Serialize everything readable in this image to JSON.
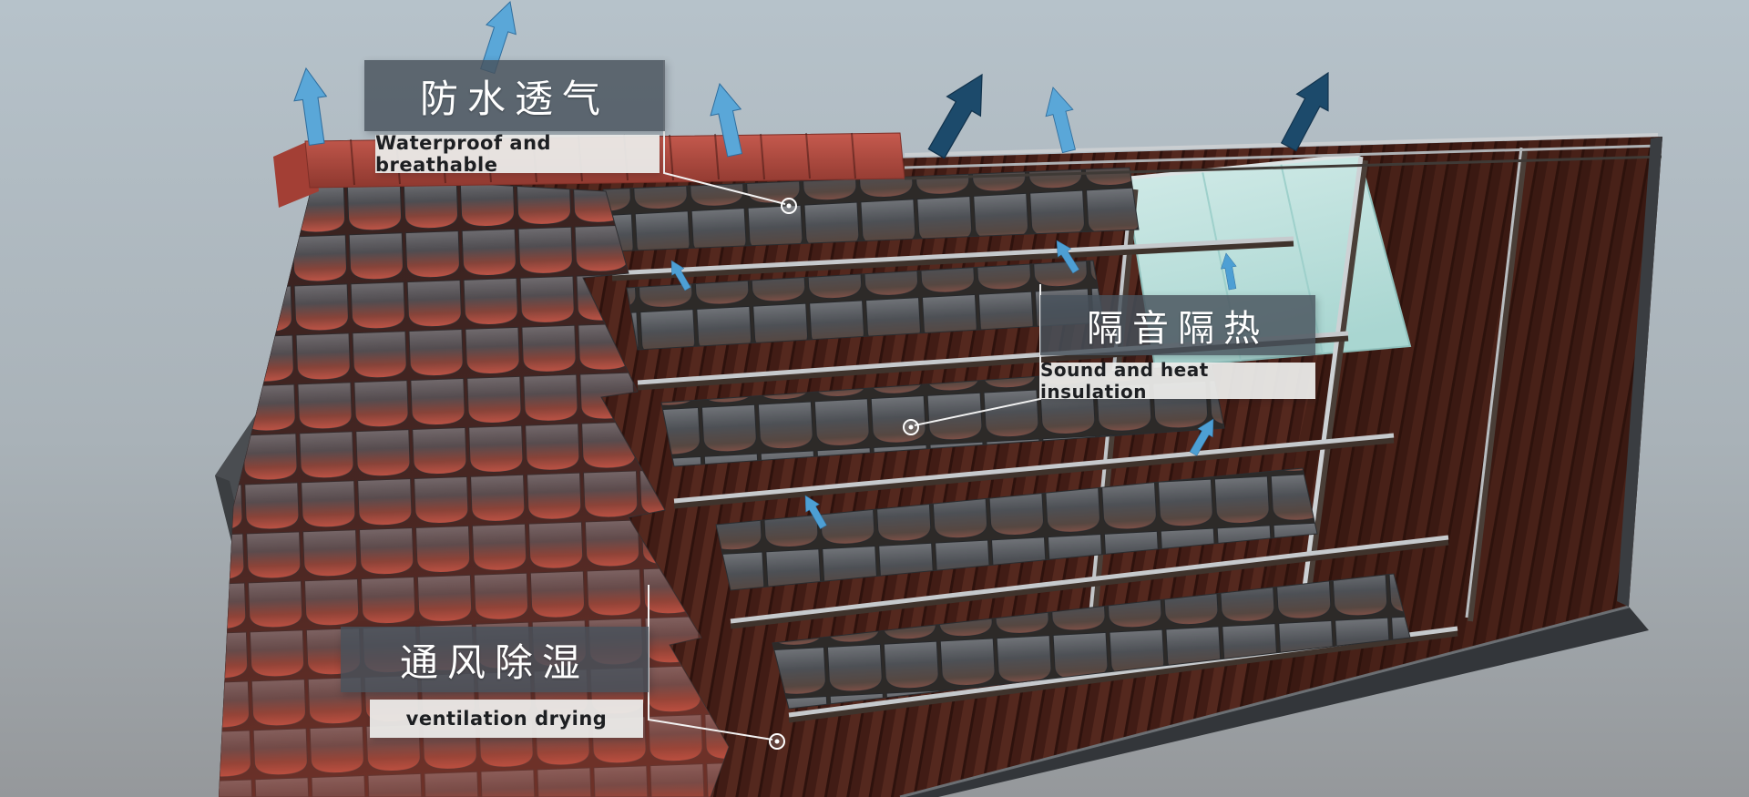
{
  "labels": {
    "waterproof": {
      "zh": "防水透气",
      "en": "Waterproof and breathable"
    },
    "insulation": {
      "zh": "隔音隔热",
      "en": "Sound and heat insulation"
    },
    "ventilation": {
      "zh": "通风除湿",
      "en": "ventilation drying"
    }
  },
  "colors": {
    "arrow_light_blue": "#5aa7d8",
    "arrow_dark_navy": "#1c4a6b",
    "ridge_red": "#b24a40",
    "tile_red": "#b2544a",
    "tile_gray": "#4c4f54",
    "underlayment_brown": "#411c15",
    "insulation_teal": "#c3e5e2",
    "batten_silver": "#c6cacd",
    "label_dark_bg": "#49525c",
    "label_light_bg": "#e9e9e7",
    "sky_top": "#b6c2ca",
    "sky_bottom": "#95989b"
  },
  "icons": [
    {
      "name": "airflow-arrow-light",
      "meaning": "air / moisture escaping (light blue)"
    },
    {
      "name": "airflow-arrow-dark",
      "meaning": "air flow (dark navy)"
    },
    {
      "name": "leader-dot",
      "meaning": "callout anchor point"
    }
  ]
}
